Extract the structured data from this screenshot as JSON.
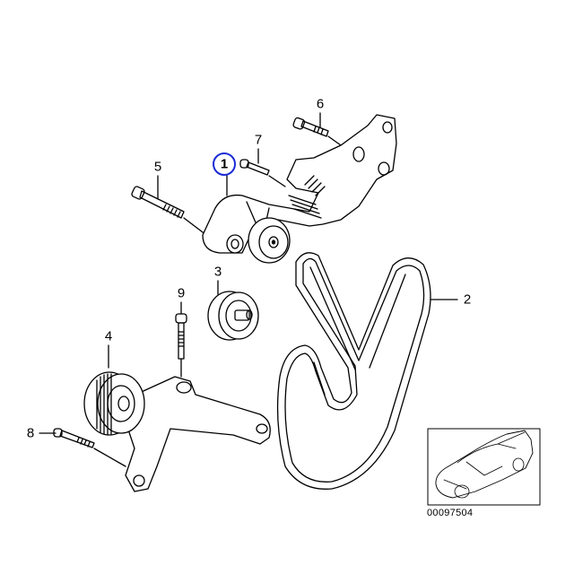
{
  "diagram": {
    "callouts": [
      {
        "id": "1",
        "label": "1",
        "highlighted": true
      },
      {
        "id": "2",
        "label": "2"
      },
      {
        "id": "3",
        "label": "3"
      },
      {
        "id": "4",
        "label": "4"
      },
      {
        "id": "5",
        "label": "5"
      },
      {
        "id": "6",
        "label": "6"
      },
      {
        "id": "7",
        "label": "7"
      },
      {
        "id": "8",
        "label": "8"
      },
      {
        "id": "9",
        "label": "9"
      }
    ],
    "highlight_color": "#1a2bd6",
    "reference_number": "00097504"
  }
}
